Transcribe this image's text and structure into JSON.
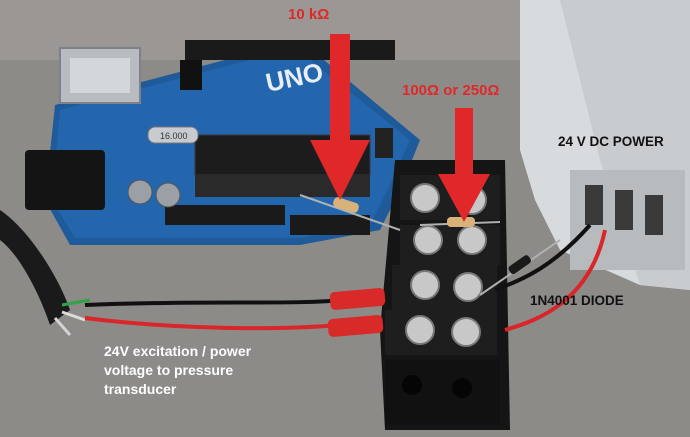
{
  "labels": {
    "resistor_10k": "10 kΩ",
    "resistor_100_250": "100Ω  or 250Ω",
    "power_supply": "24 V DC POWER",
    "diode": "1N4001 DIODE",
    "excitation_line1": "24V excitation / power",
    "excitation_line2": "voltage to pressure",
    "excitation_line3": "transducer"
  },
  "board_silkscreen": {
    "logo": "UNO",
    "crystal": "16.000"
  },
  "colors": {
    "arrow_red": "#e0282a",
    "board_blue": "#1f5a9a",
    "terminal_black": "#151515",
    "psu_grey": "#d8dbdd"
  }
}
